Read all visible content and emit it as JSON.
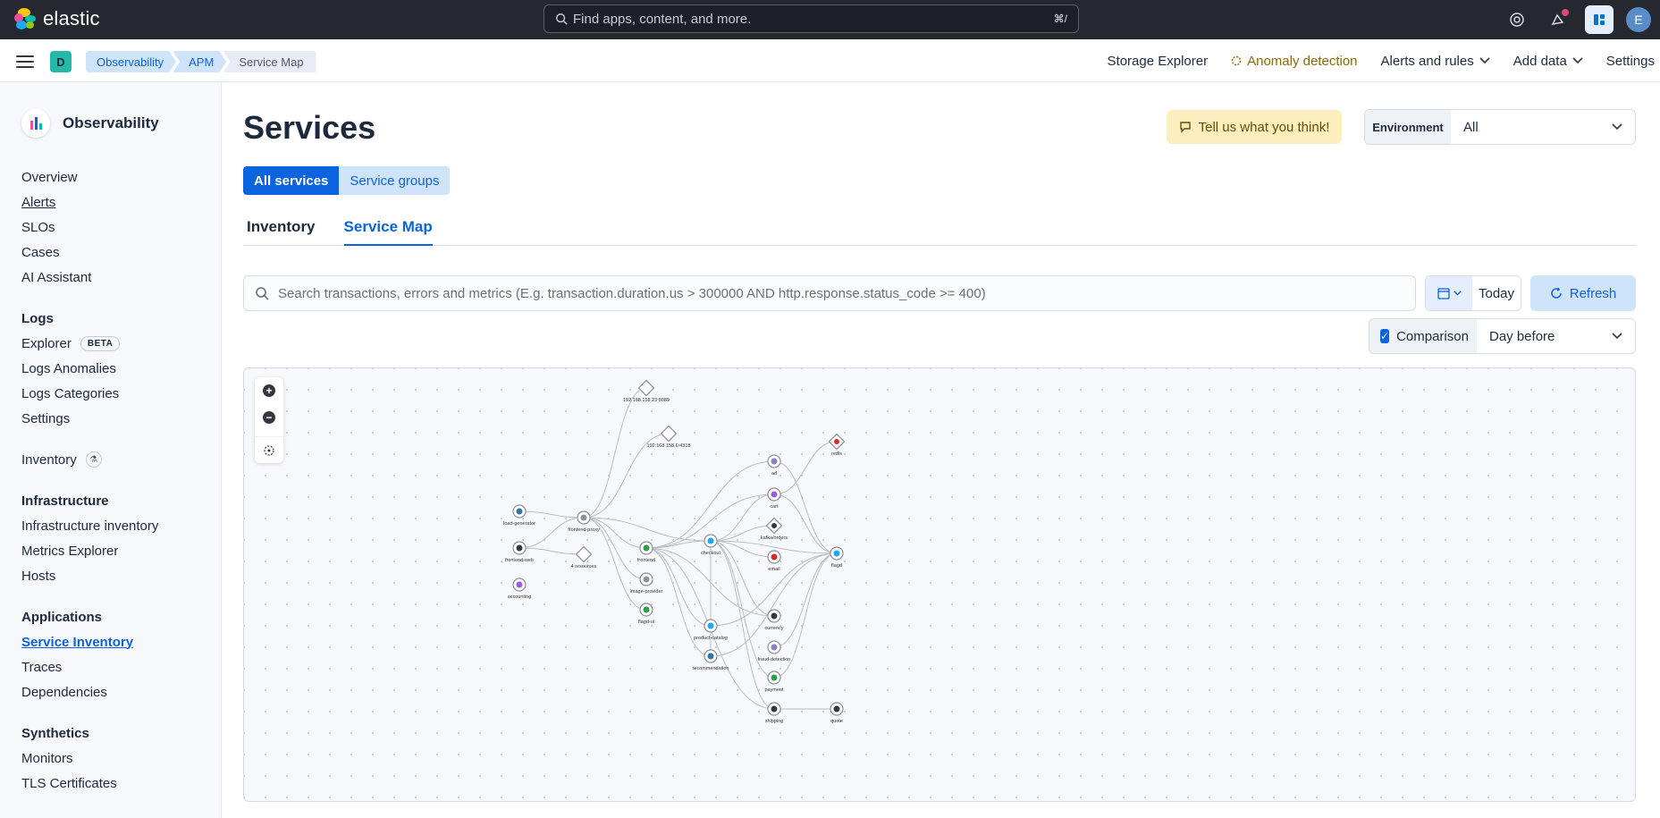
{
  "header": {
    "brand": "elastic",
    "search_placeholder": "Find apps, content, and more.",
    "search_shortcut": "⌘/",
    "avatar_initial": "E",
    "space_initial": "D"
  },
  "breadcrumbs": [
    "Observability",
    "APM",
    "Service Map"
  ],
  "subnav": {
    "storage": "Storage Explorer",
    "anomaly": "Anomaly detection",
    "alerts": "Alerts and rules",
    "add_data": "Add data",
    "settings": "Settings"
  },
  "sidebar": {
    "title": "Observability",
    "top_items": [
      "Overview",
      "Alerts",
      "SLOs",
      "Cases",
      "AI Assistant"
    ],
    "logs_title": "Logs",
    "logs_items": [
      "Explorer",
      "Logs Anomalies",
      "Logs Categories",
      "Settings"
    ],
    "beta": "BETA",
    "inventory": "Inventory",
    "infra_title": "Infrastructure",
    "infra_items": [
      "Infrastructure inventory",
      "Metrics Explorer",
      "Hosts"
    ],
    "apps_title": "Applications",
    "apps_items": [
      "Service Inventory",
      "Traces",
      "Dependencies"
    ],
    "synth_title": "Synthetics",
    "synth_items": [
      "Monitors",
      "TLS Certificates"
    ]
  },
  "page": {
    "title": "Services",
    "feedback": "Tell us what you think!",
    "env_label": "Environment",
    "env_value": "All",
    "group_all": "All services",
    "group_service": "Service groups",
    "tab_inventory": "Inventory",
    "tab_map": "Service Map",
    "query_placeholder": "Search transactions, errors and metrics (E.g. transaction.duration.us > 300000 AND http.response.status_code >= 400)",
    "date": "Today",
    "refresh": "Refresh",
    "comparison": "Comparison",
    "comparison_value": "Day before"
  },
  "service_map": {
    "nodes": [
      {
        "id": "ip1",
        "label": "192.168.158.23:8089",
        "icon": "diamond"
      },
      {
        "id": "ip2",
        "label": "192.168.158.6:4318",
        "icon": "diamond"
      },
      {
        "id": "redis",
        "label": "redis",
        "icon": "redis-icon"
      },
      {
        "id": "ad",
        "label": "ad",
        "icon": "java-icon"
      },
      {
        "id": "cart",
        "label": "cart",
        "icon": "dotnet-icon"
      },
      {
        "id": "kafka",
        "label": "kafka/orders",
        "icon": "kafka-icon"
      },
      {
        "id": "email",
        "label": "email",
        "icon": "ruby-icon"
      },
      {
        "id": "flagd",
        "label": "flagd",
        "icon": "go-icon"
      },
      {
        "id": "loadgen",
        "label": "load-generator",
        "icon": "python-icon"
      },
      {
        "id": "frontendproxy",
        "label": "frontend-proxy",
        "icon": "envoy-icon"
      },
      {
        "id": "frontendweb",
        "label": "frontend-web",
        "icon": "js-icon"
      },
      {
        "id": "resources",
        "label": "4 resources",
        "icon": "diamond"
      },
      {
        "id": "accounting",
        "label": "accounting",
        "icon": "dotnet-icon"
      },
      {
        "id": "frontend",
        "label": "frontend",
        "icon": "node-icon"
      },
      {
        "id": "checkout",
        "label": "checkout",
        "icon": "go-icon"
      },
      {
        "id": "imageprovider",
        "label": "image-provider",
        "icon": "nginx-icon"
      },
      {
        "id": "flagdui",
        "label": "flagd-ui",
        "icon": "node-icon"
      },
      {
        "id": "productcatalog",
        "label": "product-catalog",
        "icon": "go-icon"
      },
      {
        "id": "recommendation",
        "label": "recommendation",
        "icon": "python-icon"
      },
      {
        "id": "currency",
        "label": "currency",
        "icon": "cpp-icon"
      },
      {
        "id": "frauddetection",
        "label": "fraud-detection",
        "icon": "java-icon"
      },
      {
        "id": "payment",
        "label": "payment",
        "icon": "node-icon"
      },
      {
        "id": "shipping",
        "label": "shipping",
        "icon": "rust-icon"
      },
      {
        "id": "quote",
        "label": "quote",
        "icon": "php-icon"
      }
    ],
    "edges": [
      [
        "loadgen",
        "frontendproxy"
      ],
      [
        "frontendweb",
        "frontendproxy"
      ],
      [
        "frontendweb",
        "resources"
      ],
      [
        "frontendproxy",
        "ip1"
      ],
      [
        "frontendproxy",
        "ip2"
      ],
      [
        "frontendproxy",
        "frontend"
      ],
      [
        "frontendproxy",
        "imageprovider"
      ],
      [
        "frontendproxy",
        "flagdui"
      ],
      [
        "frontendproxy",
        "checkout"
      ],
      [
        "frontend",
        "ad"
      ],
      [
        "frontend",
        "cart"
      ],
      [
        "frontend",
        "checkout"
      ],
      [
        "frontend",
        "currency"
      ],
      [
        "frontend",
        "productcatalog"
      ],
      [
        "frontend",
        "recommendation"
      ],
      [
        "frontend",
        "shipping"
      ],
      [
        "checkout",
        "cart"
      ],
      [
        "checkout",
        "kafka"
      ],
      [
        "checkout",
        "email"
      ],
      [
        "checkout",
        "flagd"
      ],
      [
        "checkout",
        "currency"
      ],
      [
        "checkout",
        "payment"
      ],
      [
        "checkout",
        "shipping"
      ],
      [
        "checkout",
        "productcatalog"
      ],
      [
        "cart",
        "redis"
      ],
      [
        "cart",
        "flagd"
      ],
      [
        "ad",
        "flagd"
      ],
      [
        "recommendation",
        "productcatalog"
      ],
      [
        "recommendation",
        "flagd"
      ],
      [
        "frauddetection",
        "flagd"
      ],
      [
        "payment",
        "flagd"
      ],
      [
        "shipping",
        "quote"
      ],
      [
        "productcatalog",
        "flagd"
      ]
    ]
  }
}
